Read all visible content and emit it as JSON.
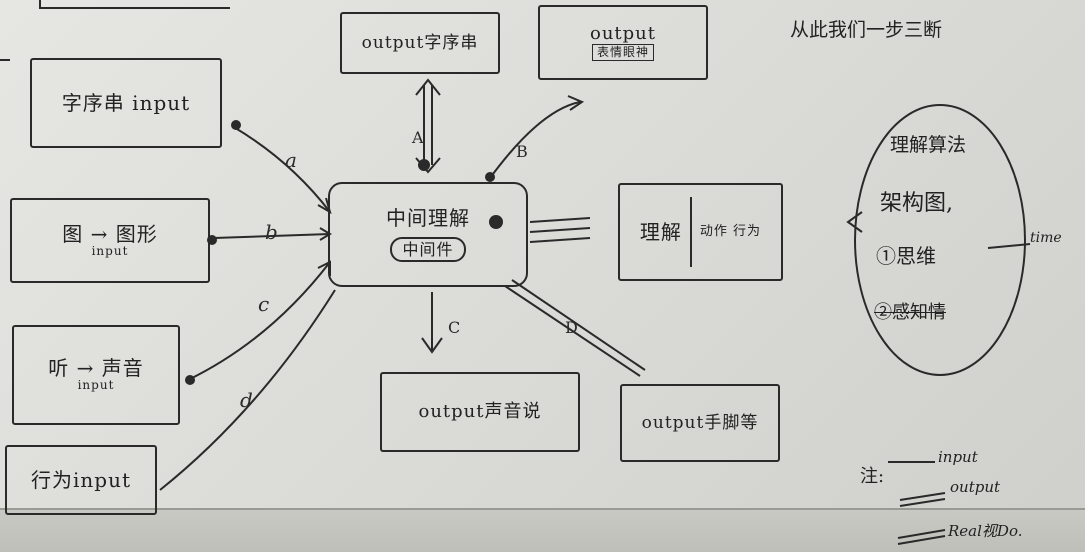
{
  "header_note": "从此我们一步三断",
  "center": {
    "title": "中间理解",
    "sub": "中间件"
  },
  "inputs": [
    {
      "label": "字序串 input"
    },
    {
      "label": "图 → 图形",
      "sub": "input"
    },
    {
      "label": "听 → 声音",
      "sub": "input"
    },
    {
      "label": "行为input"
    }
  ],
  "outputs": [
    {
      "label": "output字序串"
    },
    {
      "label": "output",
      "sub": "表情眼神"
    },
    {
      "label": "output声音说"
    },
    {
      "label": "output手脚等"
    },
    {
      "label": "理解",
      "sub": "动作 行为"
    }
  ],
  "edge_labels": [
    "a",
    "b",
    "c",
    "d",
    "A",
    "B",
    "C",
    "D"
  ],
  "system_notes": [
    "理解算法",
    "架构图,",
    "①思维",
    "②感知情"
  ],
  "time_label": "time",
  "legend": {
    "prefix": "注:",
    "items": [
      "input",
      "output",
      "Real视Do."
    ]
  }
}
